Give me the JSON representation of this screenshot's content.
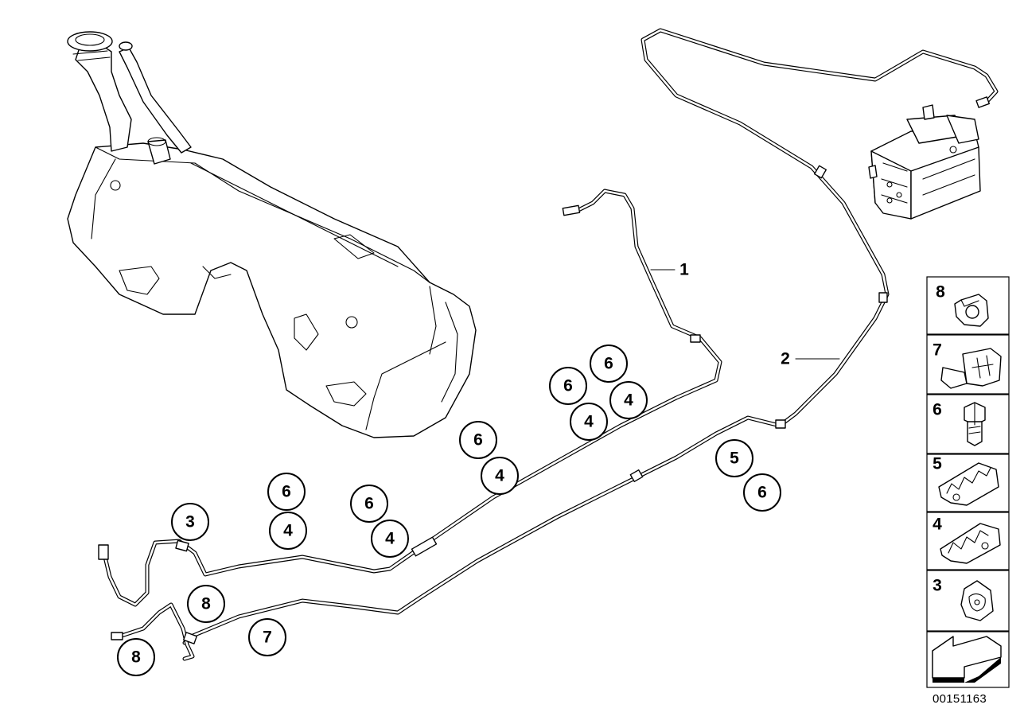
{
  "diagram": {
    "diagram_id": "00151163",
    "lead_labels": [
      {
        "id": "1",
        "text": "1"
      },
      {
        "id": "2",
        "text": "2"
      }
    ],
    "callouts": [
      {
        "text": "6"
      },
      {
        "text": "6"
      },
      {
        "text": "4"
      },
      {
        "text": "4"
      },
      {
        "text": "6"
      },
      {
        "text": "4"
      },
      {
        "text": "6"
      },
      {
        "text": "4"
      },
      {
        "text": "6"
      },
      {
        "text": "4"
      },
      {
        "text": "3"
      },
      {
        "text": "8"
      },
      {
        "text": "8"
      },
      {
        "text": "7"
      },
      {
        "text": "5"
      },
      {
        "text": "6"
      }
    ],
    "legend": [
      {
        "number": "8",
        "icon": "clip-8-icon"
      },
      {
        "number": "7",
        "icon": "clip-7-icon"
      },
      {
        "number": "6",
        "icon": "bolt-icon"
      },
      {
        "number": "5",
        "icon": "double-pipe-clip-icon"
      },
      {
        "number": "4",
        "icon": "pipe-clip-icon"
      },
      {
        "number": "3",
        "icon": "round-clip-icon"
      }
    ],
    "legend_footer_icon": "direction-arrow-icon"
  }
}
